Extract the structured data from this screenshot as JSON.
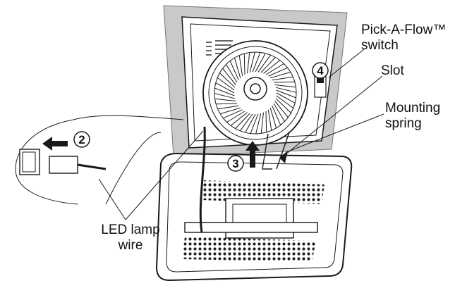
{
  "labels": {
    "pick_a_flow_line1": "Pick-A-Flow™",
    "pick_a_flow_line2": "switch",
    "slot": "Slot",
    "mounting_spring_line1": "Mounting",
    "mounting_spring_line2": "spring",
    "led_lamp_wire_line1": "LED lamp",
    "led_lamp_wire_line2": "wire"
  },
  "steps": [
    "2",
    "3",
    "4"
  ],
  "colors": {
    "housing_gray": "#c9c9c9",
    "line": "#1a1a1a",
    "grille_dots": "#222222"
  }
}
